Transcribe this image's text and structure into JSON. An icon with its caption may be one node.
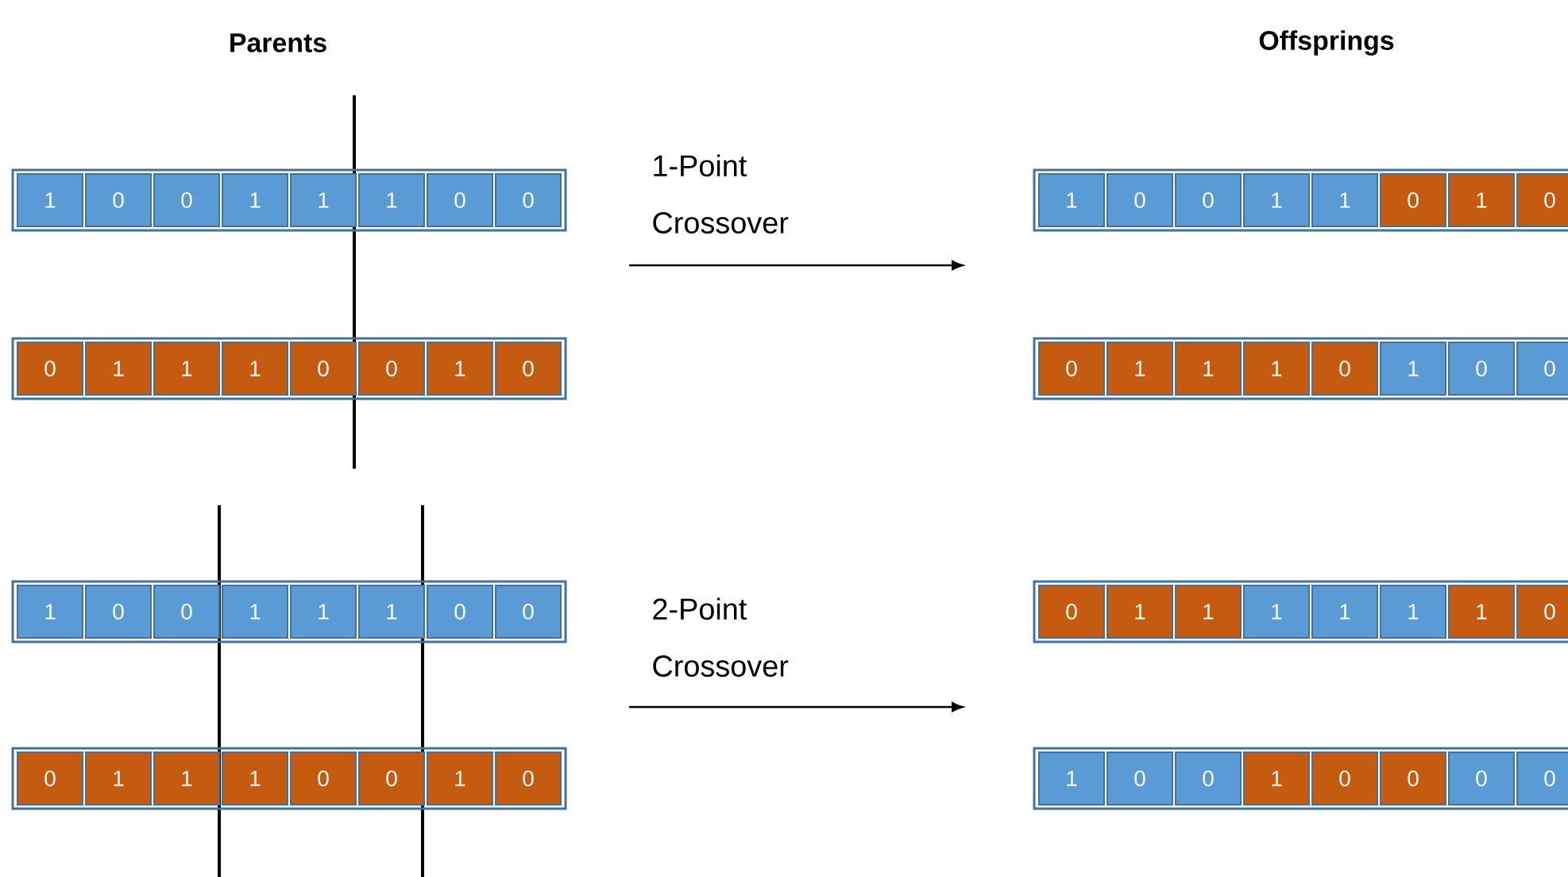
{
  "diagram": {
    "nodes": [
      {
        "text": [],
        "shape": "bar"
      },
      {
        "text": [
          "1"
        ],
        "in": 0
      },
      {
        "text": [
          "0"
        ],
        "in": 0
      },
      {
        "text": [
          "0"
        ],
        "in": 0
      },
      {
        "text": [
          "1"
        ],
        "in": 0
      },
      {
        "text": [
          "1"
        ],
        "in": 0
      },
      {
        "text": [
          "1"
        ],
        "in": 0
      },
      {
        "text": [
          "0"
        ],
        "in": 0
      },
      {
        "text": [
          "0"
        ],
        "in": 0
      },
      {
        "text": [],
        "shape": "bar"
      },
      {
        "text": [
          "1"
        ],
        "in": 9
      },
      {
        "text": [
          "0"
        ],
        "in": 9
      },
      {
        "text": [
          "0"
        ],
        "in": 9
      },
      {
        "text": [
          "1"
        ],
        "in": 9
      },
      {
        "text": [
          "1"
        ],
        "in": 9
      },
      {
        "text": [
          "0"
        ],
        "in": 9
      },
      {
        "text": [
          "1"
        ],
        "in": 9
      },
      {
        "text": [
          "0"
        ],
        "in": 9
      },
      {
        "text": [],
        "shape": "bar"
      },
      {
        "text": [
          "0"
        ],
        "in": 18
      },
      {
        "text": [
          "1"
        ],
        "in": 18
      },
      {
        "text": [
          "1"
        ],
        "in": 18
      },
      {
        "text": [
          "1"
        ],
        "in": 18
      },
      {
        "text": [
          "0"
        ],
        "in": 18
      },
      {
        "text": [
          "0"
        ],
        "in": 18
      },
      {
        "text": [
          "1"
        ],
        "in": 18
      },
      {
        "text": [
          "0"
        ],
        "in": 18
      },
      {
        "text": [],
        "shape": "bar"
      },
      {
        "text": [
          "0"
        ],
        "in": 27
      },
      {
        "text": [
          "1"
        ],
        "in": 27
      },
      {
        "text": [
          "1"
        ],
        "in": 27
      },
      {
        "text": [
          "1"
        ],
        "in": 27
      },
      {
        "text": [
          "0"
        ],
        "in": 27
      },
      {
        "text": [
          "1"
        ],
        "in": 27
      },
      {
        "text": [
          "0"
        ],
        "in": 27
      },
      {
        "text": [
          "0"
        ],
        "in": 27
      },
      {
        "text": [],
        "shape": "bar"
      },
      {
        "text": [
          "1"
        ],
        "in": 36
      },
      {
        "text": [
          "0"
        ],
        "in": 36
      },
      {
        "text": [
          "0"
        ],
        "in": 36
      },
      {
        "text": [
          "1"
        ],
        "in": 36
      },
      {
        "text": [
          "1"
        ],
        "in": 36
      },
      {
        "text": [
          "1"
        ],
        "in": 36
      },
      {
        "text": [
          "0"
        ],
        "in": 36
      },
      {
        "text": [
          "0"
        ],
        "in": 36
      },
      {
        "text": [],
        "shape": "bar"
      },
      {
        "text": [
          "0"
        ],
        "in": 45
      },
      {
        "text": [
          "1"
        ],
        "in": 45
      },
      {
        "text": [
          "1"
        ],
        "in": 45
      },
      {
        "text": [
          "1"
        ],
        "in": 45
      },
      {
        "text": [
          "1"
        ],
        "in": 45
      },
      {
        "text": [
          "1"
        ],
        "in": 45
      },
      {
        "text": [
          "1"
        ],
        "in": 45
      },
      {
        "text": [
          "0"
        ],
        "in": 45
      },
      {
        "text": [],
        "shape": "bar"
      },
      {
        "text": [
          "0"
        ],
        "in": 54
      },
      {
        "text": [
          "1"
        ],
        "in": 54
      },
      {
        "text": [
          "1"
        ],
        "in": 54
      },
      {
        "text": [
          "1"
        ],
        "in": 54
      },
      {
        "text": [
          "0"
        ],
        "in": 54
      },
      {
        "text": [
          "0"
        ],
        "in": 54
      },
      {
        "text": [
          "1"
        ],
        "in": 54
      },
      {
        "text": [
          "0"
        ],
        "in": 54
      },
      {
        "text": [],
        "shape": "bar"
      },
      {
        "text": [
          "1"
        ],
        "in": 63
      },
      {
        "text": [
          "0"
        ],
        "in": 63
      },
      {
        "text": [
          "0"
        ],
        "in": 63
      },
      {
        "text": [
          "1"
        ],
        "in": 63
      },
      {
        "text": [
          "0"
        ],
        "in": 63
      },
      {
        "text": [
          "0"
        ],
        "in": 63
      },
      {
        "text": [
          "0"
        ],
        "in": 63
      },
      {
        "text": [
          "0"
        ],
        "in": 63
      }
    ],
    "labels": [
      "Parents",
      "Offsprings",
      "1-Point Crossover",
      "2-Point Crossover"
    ]
  }
}
